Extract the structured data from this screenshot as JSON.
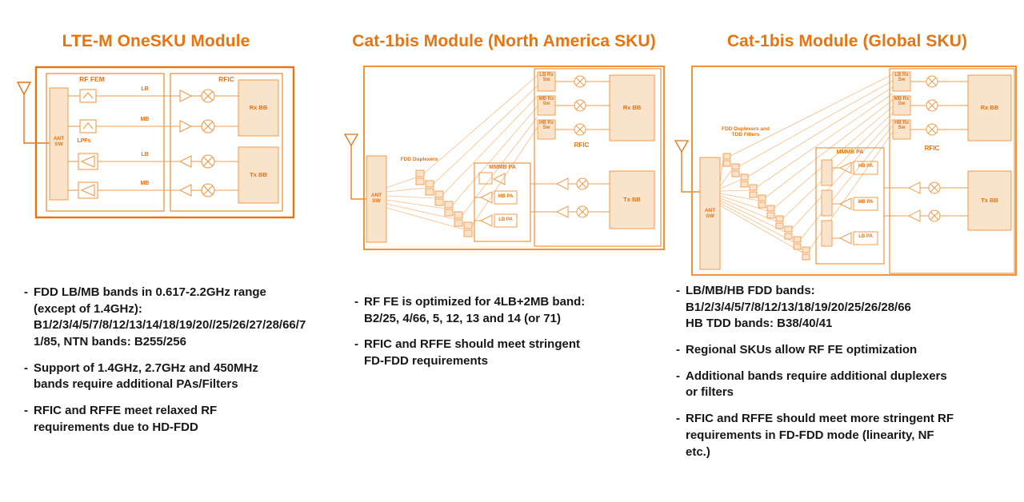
{
  "colors": {
    "accent_orange": "#E8730F",
    "diagram_line_orange": "#F09A48",
    "diagram_fill_orange": "#FAE3CB",
    "outer_box_light_orange": "#F2933B",
    "body_text": "#171717",
    "background": "#FFFFFF"
  },
  "bullet_char": "-",
  "columns": [
    {
      "title": "LTE-M OneSKU Module",
      "diagram": {
        "rf_fem": "RF FEM",
        "rfic": "RFIC",
        "ant_sw": "ANT SW",
        "lpfs": "LPFs",
        "lb_rx": "LB",
        "mb_rx": "MB",
        "lb_tx": "LB",
        "mb_tx": "MB",
        "rx_bb": "Rx BB",
        "tx_bb": "Tx BB"
      },
      "bullets": [
        "FDD LB/MB bands in 0.617-2.2GHz range\n(except of 1.4GHz):\nB1/2/3/4/5/7/8/12/13/14/18/19/20//25/26/27/28/66/71/85, NTN bands: B255/256",
        "Support of 1.4GHz, 2.7GHz and 450MHz\nbands require additional PAs/Filters",
        "RFIC and RFFE meet relaxed RF\nrequirements due to HD-FDD"
      ]
    },
    {
      "title": "Cat-1bis Module (North America SKU)",
      "diagram": {
        "ant_sw": "ANT SW",
        "fdd_duplexers": "FDD Duplexers",
        "mmmb_pa": "MMMB PA",
        "mb_pa": "MB PA",
        "lb_pa": "LB PA",
        "rfic": "RFIC",
        "lb_rx_sw": "LB Rx Sw",
        "mb_rx_sw": "MB Rx Sw",
        "hb_rx_sw": "HB Rx Sw",
        "rx_bb": "Rx BB",
        "tx_bb": "Tx BB"
      },
      "bullets": [
        "RF FE is optimized for 4LB+2MB band:\nB2/25, 4/66, 5, 12, 13 and 14 (or 71)",
        "RFIC and RFFE should meet stringent\nFD-FDD requirements"
      ]
    },
    {
      "title": "Cat-1bis Module (Global SKU)",
      "diagram": {
        "ant_sw": "ANT SW",
        "filters_label": "FDD Duplexers and TDD Filters",
        "mmmb_pa": "MMMB PA",
        "hb_pa": "HB PA",
        "mb_pa": "MB PA",
        "lb_pa": "LB PA",
        "rfic": "RFIC",
        "lb_rx_sw": "LB Rx Sw",
        "mb_rx_sw": "MB Rx Sw",
        "hb_rx_sw": "HB Rx Sw",
        "rx_bb": "Rx BB",
        "tx_bb": "Tx BB"
      },
      "bullets": [
        "LB/MB/HB FDD bands:\nB1/2/3/4/5/7/8/12/13/18/19/20/25/26/28/66\nHB TDD bands: B38/40/41",
        "Regional SKUs allow RF FE optimization",
        "Additional bands require additional duplexers\nor filters",
        "RFIC and RFFE should meet more stringent RF\nrequirements in FD-FDD mode (linearity, NF\netc.)"
      ]
    }
  ]
}
